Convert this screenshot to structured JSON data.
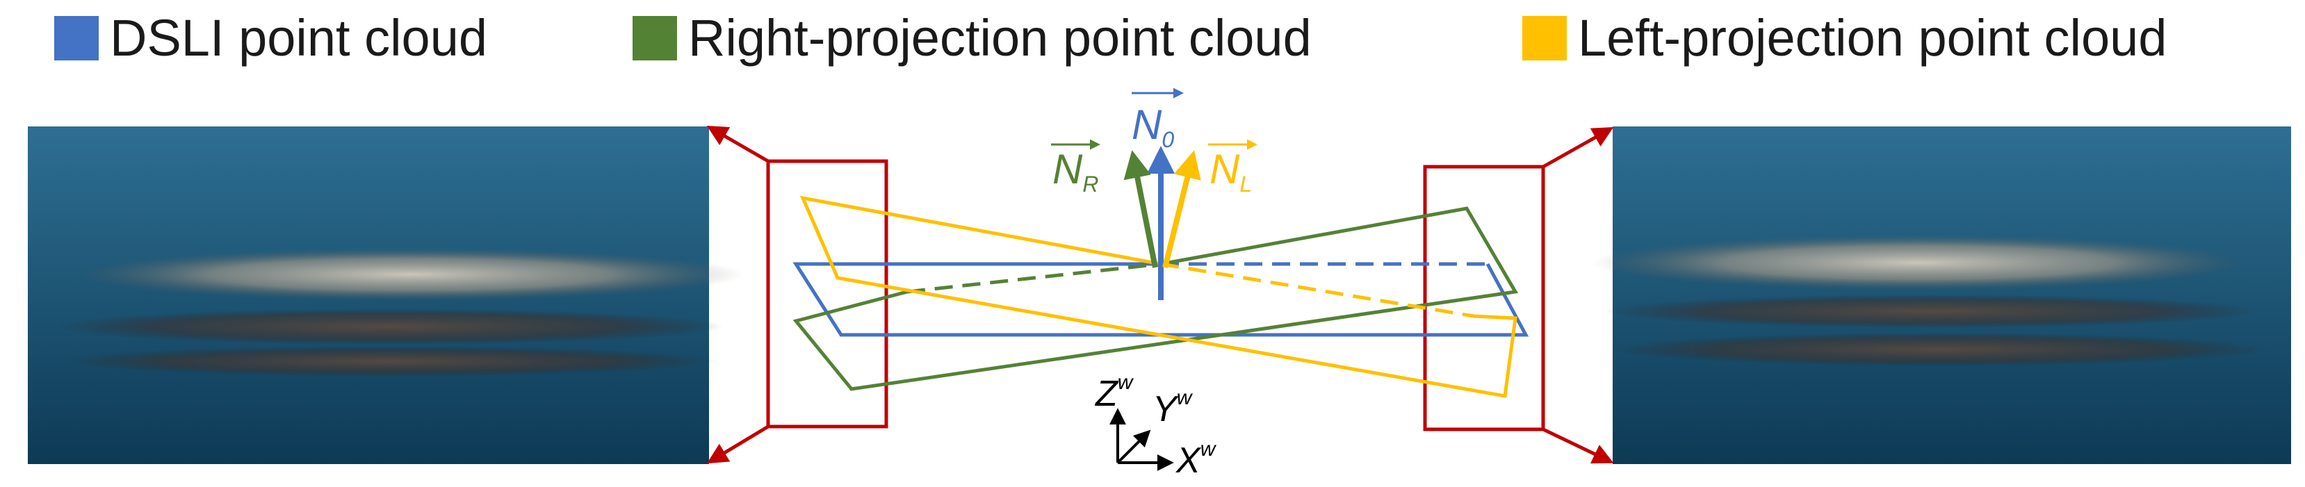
{
  "legend": [
    {
      "label": "DSLI point cloud",
      "color": "#4472C4"
    },
    {
      "label": "Right-projection point cloud",
      "color": "#548235"
    },
    {
      "label": "Left-projection point cloud",
      "color": "#FFC000"
    }
  ],
  "vectors": {
    "n0": {
      "base": "N",
      "sub": "0",
      "color": "#4472C4"
    },
    "nr": {
      "base": "N",
      "sub": "R",
      "color": "#548235"
    },
    "nl": {
      "base": "N",
      "sub": "L",
      "color": "#FFC000"
    }
  },
  "axes": {
    "z": {
      "base": "Z",
      "sup": "w"
    },
    "y": {
      "base": "Y",
      "sup": "w"
    },
    "x": {
      "base": "X",
      "sup": "w"
    }
  },
  "colors": {
    "highlight_box": "#C00000",
    "panel_top": "#2e6f93",
    "panel_bottom": "#0d3a55"
  }
}
